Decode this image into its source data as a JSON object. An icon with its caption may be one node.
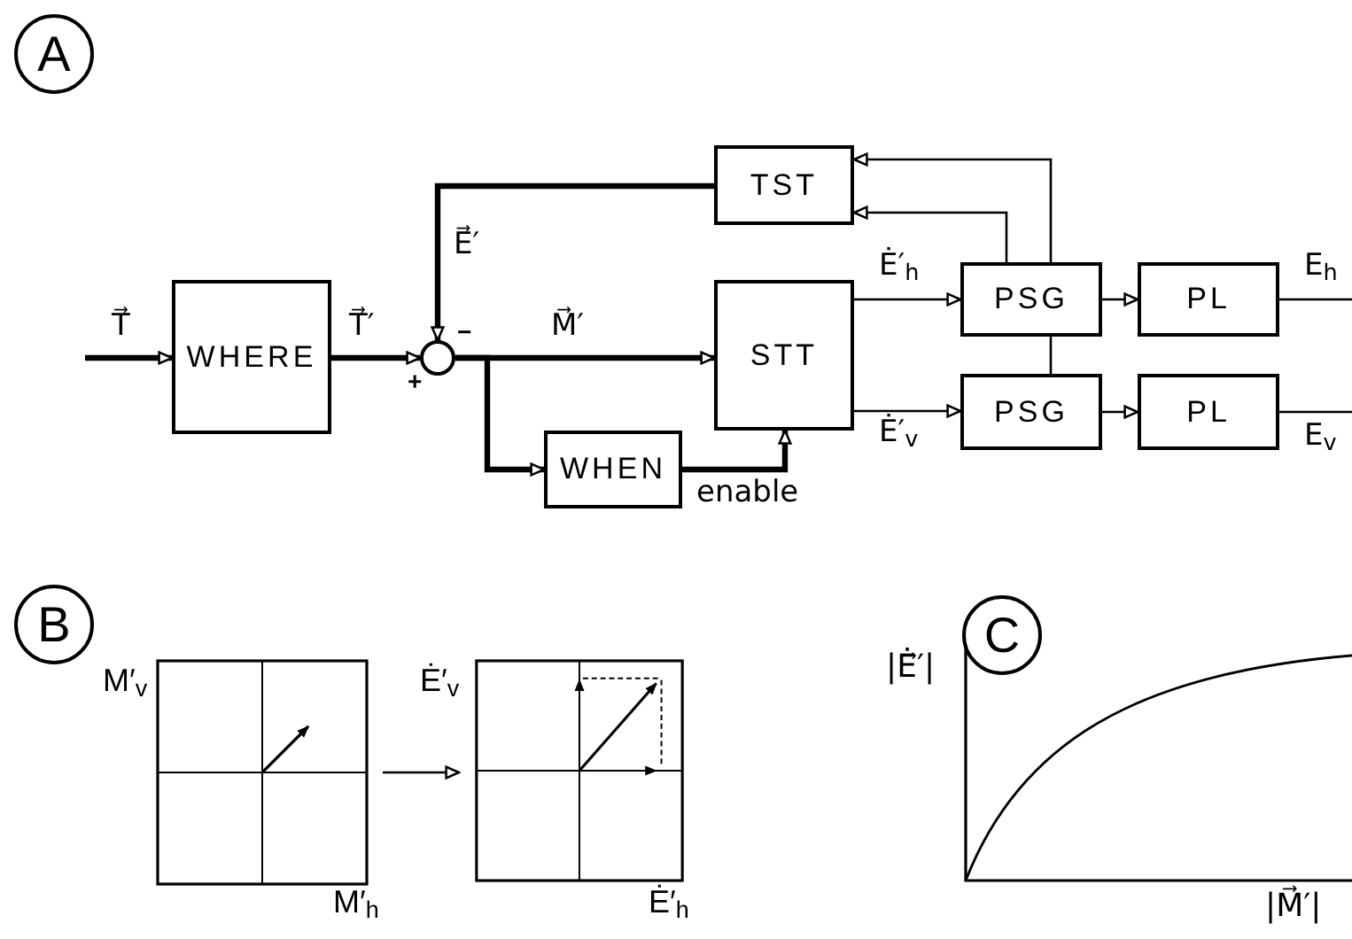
{
  "diagram": {
    "nodes": [
      {
        "text": [
          "A"
        ]
      },
      {
        "text": [
          "WHERE"
        ]
      },
      {
        "text": [],
        "shape": "circle",
        "beside": [
          "+",
          "−"
        ]
      },
      {
        "text": [
          "TST"
        ]
      },
      {
        "text": [
          "STT"
        ]
      },
      {
        "text": [
          "WHEN"
        ]
      },
      {
        "text": [
          "PSG"
        ]
      },
      {
        "text": [
          "PSG"
        ]
      },
      {
        "text": [
          "PL"
        ]
      },
      {
        "text": [
          "PL"
        ]
      },
      {
        "text": [
          "B"
        ]
      },
      {
        "text": [],
        "shape": "picture",
        "beside": [
          "M′$_{v}$",
          "M′$_{h}$"
        ]
      },
      {
        "text": [],
        "shape": "picture",
        "beside": [
          "Ė′$_{v}$",
          "Ė′$_{h}$"
        ]
      },
      {
        "text": [
          "C"
        ]
      }
    ],
    "edges": [
      {
        "from": null,
        "to": 1,
        "arrow": "to",
        "label": "T⃗",
        "style": "thick"
      },
      {
        "from": 1,
        "to": 2,
        "arrow": "to",
        "label": "T⃗′",
        "style": "thick"
      },
      {
        "from": 2,
        "to": 4,
        "arrow": "to",
        "label": "M⃗′",
        "style": "thick"
      },
      {
        "from": 3,
        "to": 2,
        "arrow": "to",
        "label": "E⃗′",
        "style": "thick"
      },
      {
        "from": 2,
        "to": 5,
        "arrow": "to",
        "style": "thick"
      },
      {
        "from": 5,
        "to": 4,
        "arrow": "to",
        "label": "enable",
        "style": "thick"
      },
      {
        "from": 4,
        "to": 6,
        "arrow": "to",
        "label": "Ė′$_{h}$"
      },
      {
        "from": 4,
        "to": 7,
        "arrow": "to",
        "label": "Ė′$_{v}$"
      },
      {
        "from": 6,
        "to": 8,
        "arrow": "to"
      },
      {
        "from": 7,
        "to": 9,
        "arrow": "to"
      },
      {
        "from": 8,
        "to": null,
        "arrow": "none",
        "label": "E$_{h}$"
      },
      {
        "from": 9,
        "to": null,
        "arrow": "none",
        "label": "E$_{v}$"
      },
      {
        "from": 6,
        "to": 3,
        "arrow": "to"
      },
      {
        "from": 6,
        "to": 3,
        "arrow": "to"
      },
      {
        "from": 11,
        "to": 12,
        "arrow": "to"
      },
      {
        "from": 7,
        "to": 6,
        "arrow": "none"
      }
    ],
    "labels": [
      "|Ė⃗′|",
      "|M⃗′|"
    ]
  }
}
